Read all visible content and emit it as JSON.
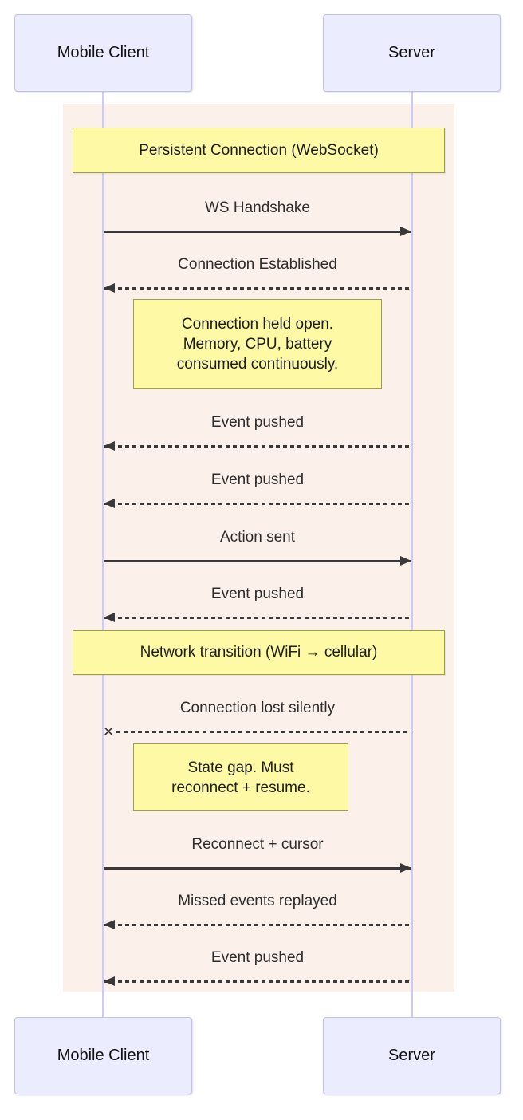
{
  "diagram": {
    "type": "sequence",
    "actors": [
      {
        "id": "mobile",
        "label": "Mobile Client"
      },
      {
        "id": "server",
        "label": "Server"
      }
    ],
    "banners": [
      {
        "label": "Persistent Connection (WebSocket)"
      },
      {
        "label": "Network transition (WiFi → cellular)"
      }
    ],
    "messages": [
      {
        "label": "WS Handshake",
        "style": "solid",
        "direction": "right"
      },
      {
        "label": "Connection Established",
        "style": "dashed",
        "direction": "left"
      },
      {
        "label": "Event pushed",
        "style": "dashed",
        "direction": "left"
      },
      {
        "label": "Event pushed",
        "style": "dashed",
        "direction": "left"
      },
      {
        "label": "Action sent",
        "style": "solid",
        "direction": "right"
      },
      {
        "label": "Event pushed",
        "style": "dashed",
        "direction": "left"
      },
      {
        "label": "Connection lost silently",
        "style": "dashed",
        "direction": "lost"
      },
      {
        "label": "Reconnect + cursor",
        "style": "solid",
        "direction": "right"
      },
      {
        "label": "Missed events replayed",
        "style": "dashed",
        "direction": "left"
      },
      {
        "label": "Event pushed",
        "style": "dashed",
        "direction": "left"
      }
    ],
    "notes": [
      {
        "lines": [
          "Connection held open.",
          "Memory, CPU, battery",
          "consumed continuously."
        ]
      },
      {
        "lines": [
          "State gap. Must",
          "reconnect + resume."
        ]
      }
    ],
    "lost_marker": "✕",
    "colors": {
      "actor_fill": "#ECECFF",
      "actor_border": "#c6c0e6",
      "lifeline": "#cfcbec",
      "note_fill": "#fdf9a4",
      "note_border": "#9d9d4f",
      "background_rect": "#fcf0ea",
      "arrow": "#393939",
      "text": "#2a2a2a"
    }
  }
}
